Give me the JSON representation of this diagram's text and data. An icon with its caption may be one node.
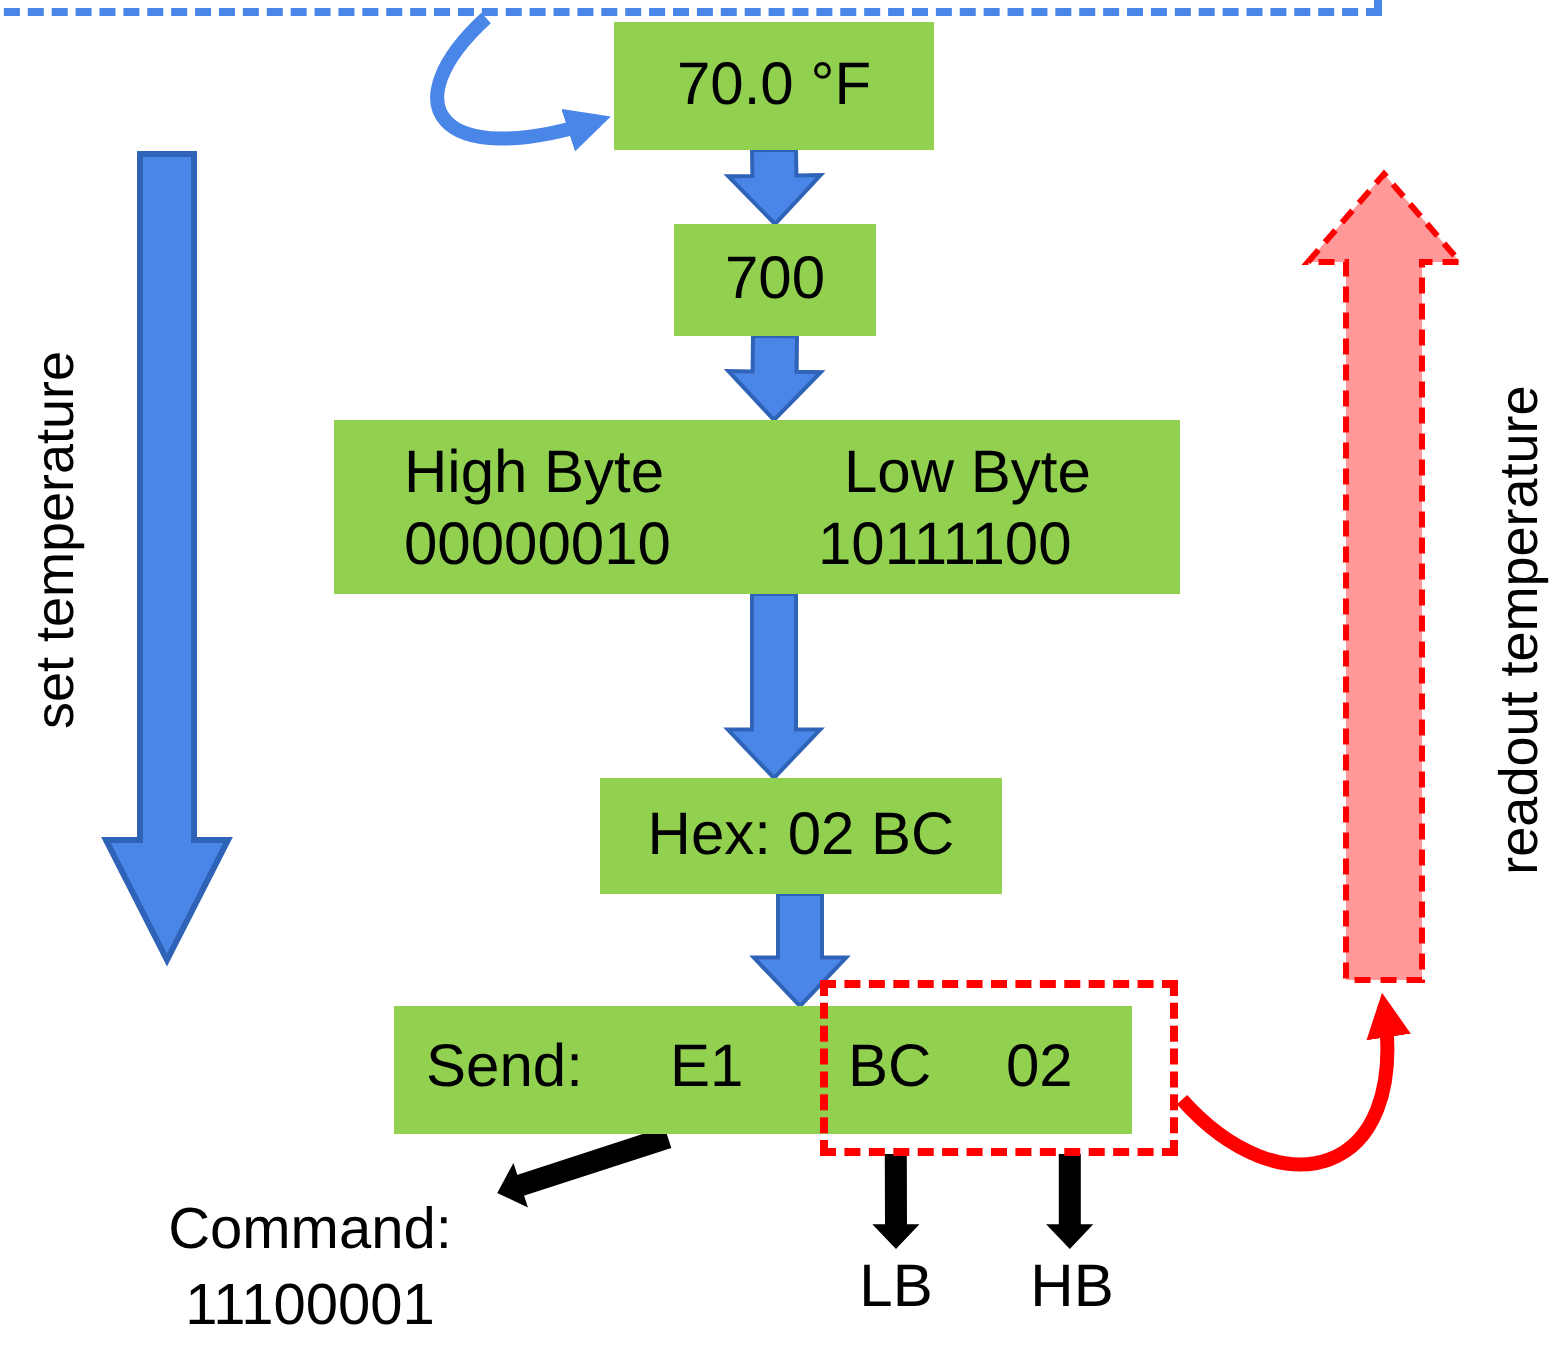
{
  "diagram": {
    "nodes": [
      {
        "text": [],
        "shape": "box"
      },
      {
        "text": [
          "70.0 °F"
        ]
      },
      {
        "text": [
          "700"
        ]
      },
      {
        "text": [
          "High Byte",
          "Low Byte",
          "00000010",
          "10111100"
        ]
      },
      {
        "text": [
          "Hex: 02 BC"
        ]
      },
      {
        "text": [
          "Send:",
          "E1"
        ]
      },
      {
        "text": [
          "BC",
          "02"
        ]
      },
      {
        "text": [
          "Command: 11100001"
        ]
      },
      {
        "text": [
          "LB"
        ]
      },
      {
        "text": [
          "HB"
        ]
      },
      {
        "text": [],
        "shape": "arrow",
        "beside": [
          "readout temperature"
        ]
      }
    ],
    "edges": [
      {
        "from": 0,
        "to": 1,
        "arrow": "to"
      },
      {
        "from": 1,
        "to": 2,
        "arrow": "to"
      },
      {
        "from": 2,
        "to": 3,
        "arrow": "to"
      },
      {
        "from": 3,
        "to": 4,
        "arrow": "to"
      },
      {
        "from": 4,
        "to": 5,
        "arrow": "to"
      },
      {
        "from": 5,
        "to": 7,
        "arrow": "to",
        "color": "#000000"
      },
      {
        "from": 6,
        "to": 8,
        "arrow": "to",
        "color": "#000000"
      },
      {
        "from": 6,
        "to": 9,
        "arrow": "to",
        "color": "#000000"
      },
      {
        "from": 6,
        "to": 10,
        "arrow": "to",
        "color": "#ff0000"
      }
    ],
    "labels": [
      "set temperature"
    ]
  }
}
